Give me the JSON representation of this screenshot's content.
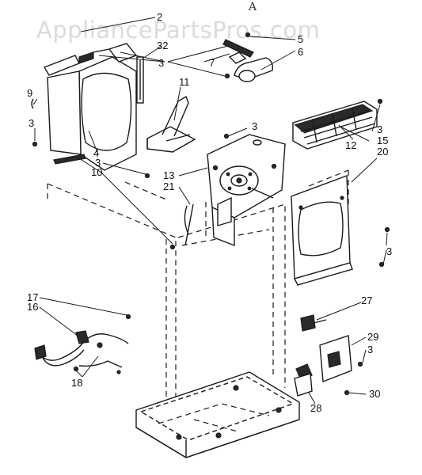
{
  "watermark": "AppliancePartsPros.com",
  "corner_mark": "A",
  "callouts": {
    "c2": "2",
    "c32": "32",
    "c3a": "3",
    "c9": "9",
    "c3b": "3",
    "c11": "11",
    "c4": "4",
    "c3c": "3",
    "c10": "10",
    "c5": "5",
    "c6": "6",
    "c7": "7",
    "c3d": "3",
    "c3e": "3",
    "c15": "15",
    "c12": "12",
    "c20": "20",
    "c13": "13",
    "c21": "21",
    "c3f": "3",
    "c17": "17",
    "c16": "16",
    "c18": "18",
    "c27": "27",
    "c29": "29",
    "c3g": "3",
    "c30": "30",
    "c28": "28"
  }
}
